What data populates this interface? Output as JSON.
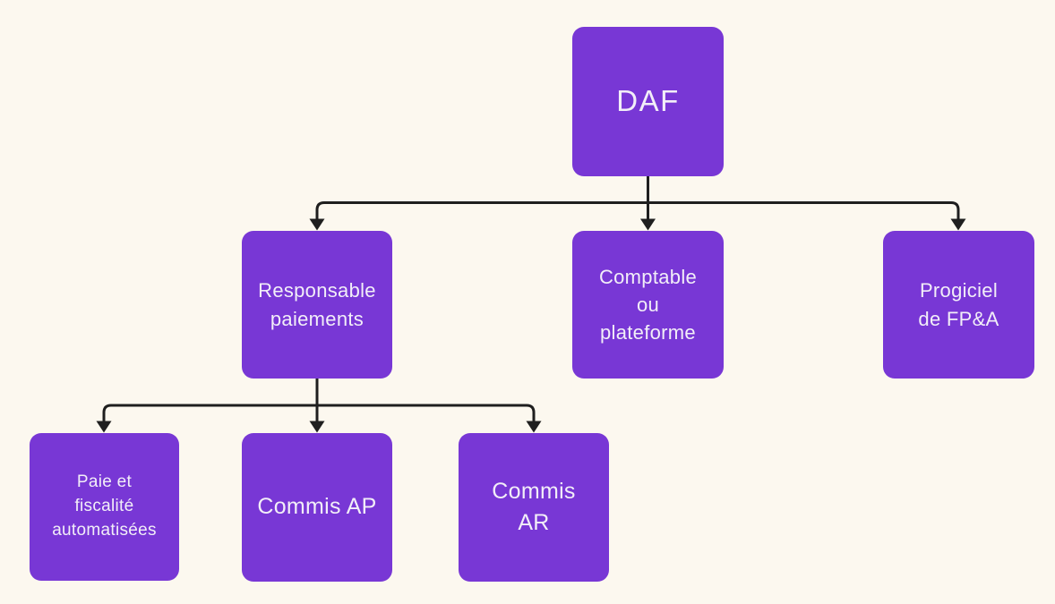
{
  "diagram": {
    "type": "org-chart",
    "colors": {
      "background": "#FCF8EF",
      "node_fill": "#7837D5",
      "node_text": "#F2EEF8",
      "connector": "#1F1F1F"
    },
    "nodes": {
      "daf": {
        "label": "DAF"
      },
      "responsable": {
        "label": "Responsable\npaiements"
      },
      "comptable": {
        "label": "Comptable\nou\nplateforme"
      },
      "progiciel": {
        "label": "Progiciel\nde FP&A"
      },
      "paie": {
        "label": "Paie et\nfiscalité\nautomatisées"
      },
      "commis_ap": {
        "label": "Commis AP"
      },
      "commis_ar": {
        "label": "Commis\nAR"
      }
    },
    "edges": [
      {
        "from": "daf",
        "to": "responsable"
      },
      {
        "from": "daf",
        "to": "comptable"
      },
      {
        "from": "daf",
        "to": "progiciel"
      },
      {
        "from": "responsable",
        "to": "paie"
      },
      {
        "from": "responsable",
        "to": "commis_ap"
      },
      {
        "from": "responsable",
        "to": "commis_ar"
      }
    ]
  }
}
